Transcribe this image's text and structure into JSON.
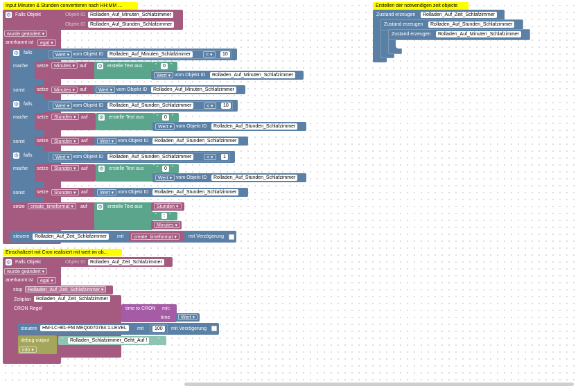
{
  "labels": {
    "objekt_id": "Objekt ID",
    "falls_objekt": "Falls Objekt",
    "wurde_geaendert": "wurde geändert",
    "anerkannt_ist": "anerkannt ist",
    "egal": "egal",
    "falls": "falls",
    "mache": "mache",
    "sonst": "sonst",
    "setze": "setze",
    "auf": "auf",
    "wert": "Wert",
    "vom_objekt_id": "vom Objekt ID",
    "erstelle_text_aus": "erstelle Text aus",
    "steuere": "steuere",
    "mit": "mit",
    "mit_verzoegerung": "mit Verzögerung",
    "stop": "stop",
    "zeitplan": "Zeitplan",
    "cron_regel": "CRON Regel",
    "time_to_cron": "time to CRON",
    "mit_colon": "mit:",
    "time": "time",
    "debug_output": "debug output",
    "info": "info",
    "lt": "<",
    "zustand_erzeugen": "Zustand erzeugen",
    "quote_open": "“",
    "quote_close": "”",
    "dropdown_arrow": "▾"
  },
  "objects": {
    "minuten": "Rolladen_Auf_Minuten_Schlafzimmer",
    "stunden": "Rolladen_Auf_Stunden_Schlafzimmer",
    "zeit": "Rolladen_Auf_Zeit_Schlafzimmer",
    "hm_level": "HM-LC-Bl1-FM MEQ0070784:1.LEVEL"
  },
  "variables": {
    "minutes": "Minutes",
    "stunden": "Stunden",
    "timeformat": "create_timeformat"
  },
  "numbers": {
    "ten": "10",
    "one": "1",
    "zero": "0",
    "hundred": "100"
  },
  "text_values": {
    "colon": ":",
    "debug_text": "Rolladen_Schlafzimmer_Geht_Auf !"
  },
  "comments": {
    "block1": "Input Minuten & Stunden convertieren nach HH:MM ...",
    "block2": "Einschaltzeit mit Cron realisiert mit wert im ob...",
    "block3": "Erstellen der notwendigen zeit objecte"
  },
  "colors": {
    "event": "#a55b80",
    "logic": "#5b80a5",
    "text": "#5ba58c",
    "function": "#a55ba5",
    "comment": "#feff00"
  },
  "icons": {
    "gear": "gear-icon",
    "dropdown": "chevron-down-icon"
  }
}
